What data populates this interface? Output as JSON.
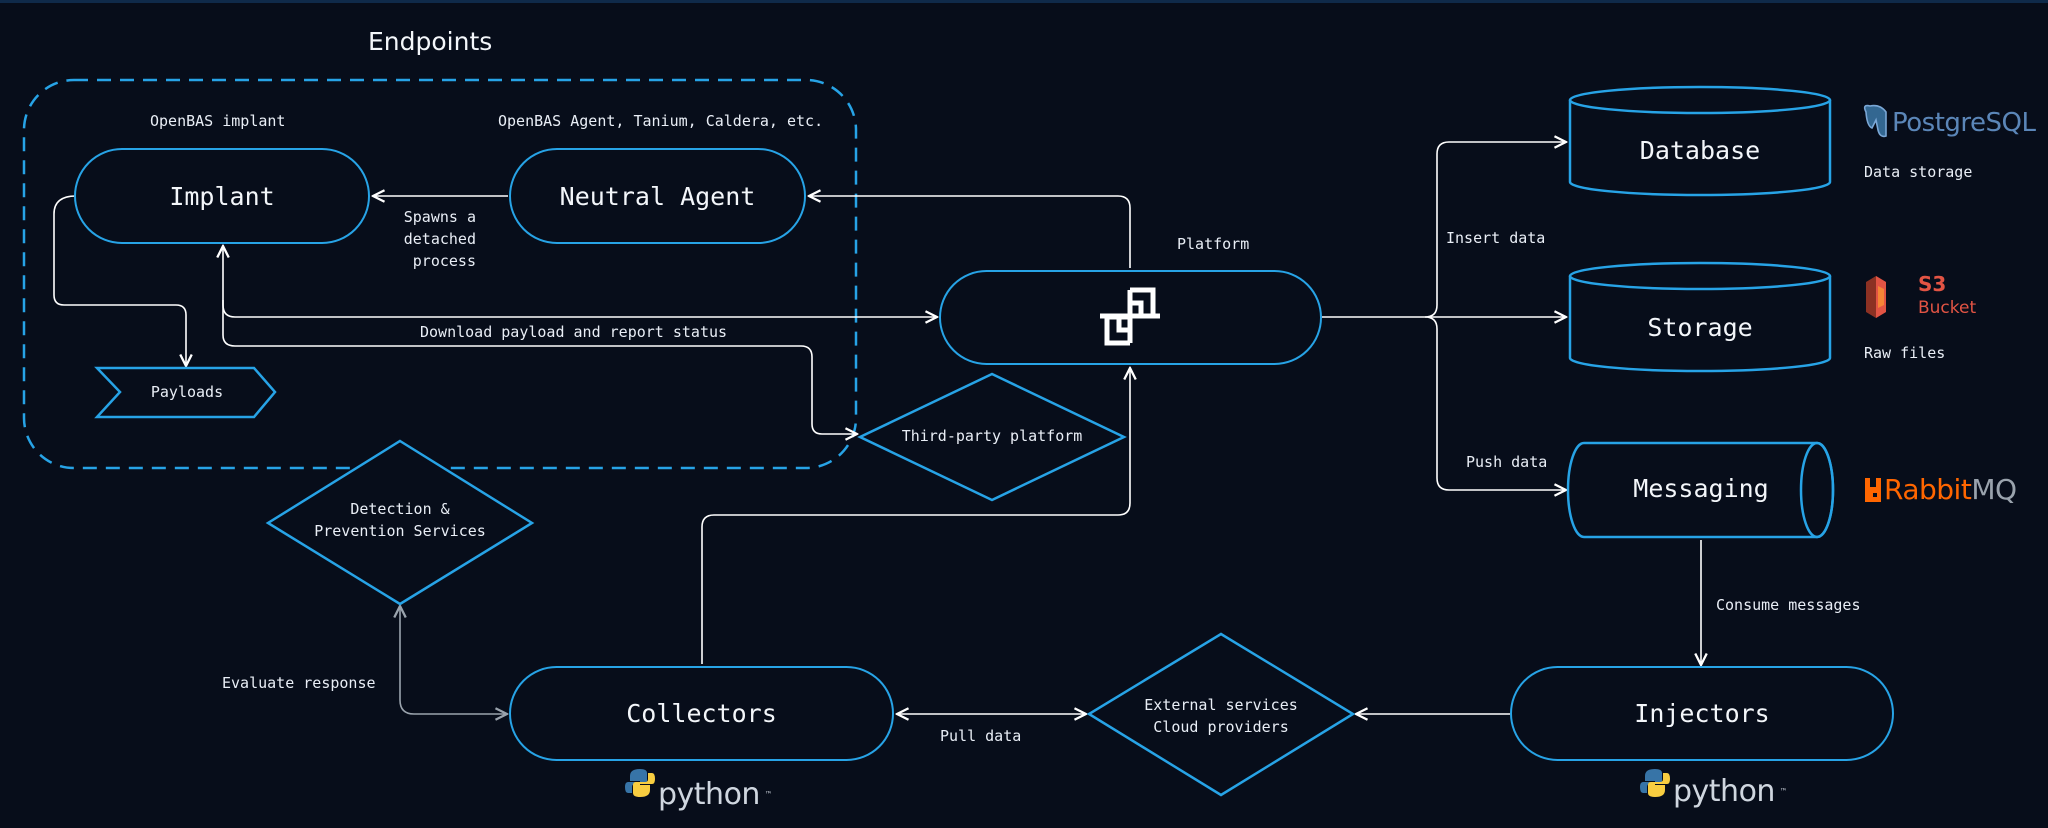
{
  "endpoints": {
    "title": "Endpoints",
    "implant_caption": "OpenBAS implant",
    "agent_caption": "OpenBAS Agent, Tanium, Caldera, etc.",
    "implant": "Implant",
    "neutral_agent": "Neutral Agent",
    "spawn_label": [
      "Spawns a",
      "detached",
      "process"
    ],
    "download_label": "Download payload and report status",
    "payloads": "Payloads"
  },
  "platform": {
    "caption": "Platform"
  },
  "third_party": "Third-party platform",
  "detection": [
    "Detection &",
    "Prevention Services"
  ],
  "evaluate_label": "Evaluate response",
  "collectors": "Collectors",
  "pull_label": "Pull data",
  "external": [
    "External services",
    "Cloud providers"
  ],
  "injectors": "Injectors",
  "consume_label": "Consume messages",
  "insert_label": "Insert data",
  "push_label": "Push data",
  "database": {
    "label": "Database",
    "brand": "PostgreSQL",
    "caption": "Data storage"
  },
  "storage": {
    "label": "Storage",
    "brand_top": "S3",
    "brand_bottom": "Bucket",
    "caption": "Raw files"
  },
  "messaging": {
    "label": "Messaging",
    "brand_a": "Rabbit",
    "brand_b": "MQ"
  },
  "python": {
    "text": "python",
    "tm": "™"
  },
  "colors": {
    "accent": "#27a3e6",
    "line": "#ffffff",
    "rabbit": "#ff6600",
    "s3": "#e25444",
    "postgres": "#336791",
    "bg": "#070d1a"
  }
}
